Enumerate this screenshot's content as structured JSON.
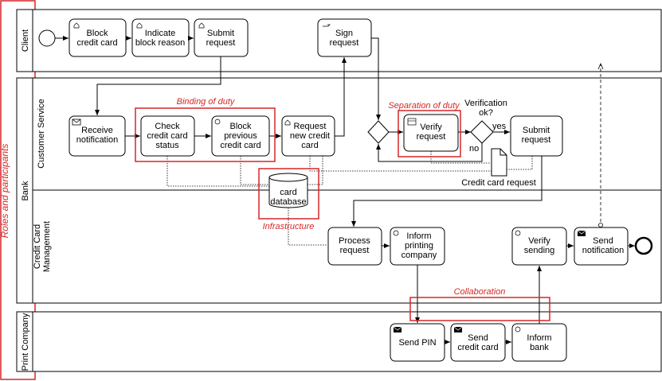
{
  "roles_label": "Roles and participants",
  "pools": {
    "client": "Client",
    "bank": "Bank",
    "customer_service": "Customer Service",
    "credit_card_management_1": "Credit Card",
    "credit_card_management_2": "Management",
    "print_company": "Print Company"
  },
  "tasks": {
    "block_credit_card": [
      "Block",
      "credit card"
    ],
    "indicate_block_reason": [
      "Indicate",
      "block reason"
    ],
    "submit_request_client": [
      "Submit",
      "request"
    ],
    "sign_request": [
      "Sign",
      "request"
    ],
    "receive_notification": [
      "Receive",
      "notification"
    ],
    "check_status": [
      "Check",
      "credit card",
      "status"
    ],
    "block_previous": [
      "Block",
      "previous",
      "credit card"
    ],
    "request_new": [
      "Request",
      "new credit",
      "card"
    ],
    "verify_request": [
      "Verify",
      "request"
    ],
    "submit_request_cs": [
      "Submit",
      "request"
    ],
    "process_request": [
      "Process",
      "request"
    ],
    "inform_printing": [
      "Inform",
      "printing",
      "company"
    ],
    "verify_sending": [
      "Verify",
      "sending"
    ],
    "send_notification": [
      "Send",
      "notification"
    ],
    "send_pin": [
      "Send PIN"
    ],
    "send_credit_card": [
      "Send",
      "credit card"
    ],
    "inform_bank": [
      "Inform",
      "bank"
    ]
  },
  "gateway": {
    "question": [
      "Verification",
      "ok?"
    ],
    "yes": "yes",
    "no": "no"
  },
  "artifacts": {
    "database": [
      "card",
      "database"
    ],
    "document": "Credit card request"
  },
  "annotations": {
    "binding_of_duty": "Binding of duty",
    "separation_of_duty": "Separation of duty",
    "infrastructure": "Infrastructure",
    "collaboration": "Collaboration"
  },
  "colors": {
    "annotation": "#d62728"
  }
}
